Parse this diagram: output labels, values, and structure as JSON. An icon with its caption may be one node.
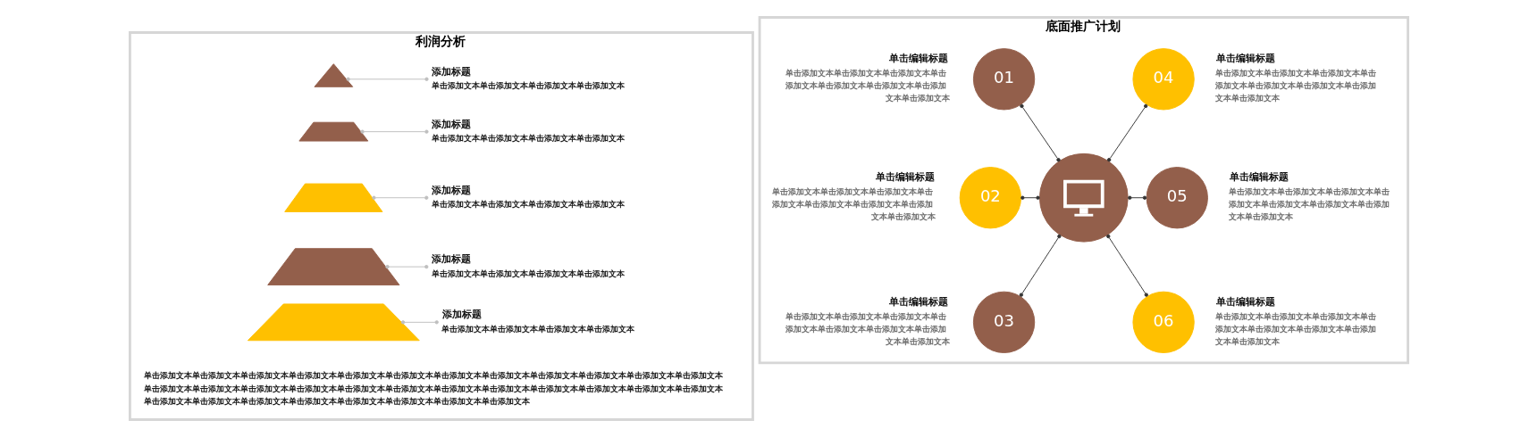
{
  "diagram": {
    "nodes": [
      {
        "text": [
          "利润分析"
        ]
      },
      {
        "text": [],
        "shape": "triangle",
        "in": 0
      },
      {
        "text": [],
        "shape": "trapezoid",
        "in": 0
      },
      {
        "text": [],
        "shape": "trapezoid",
        "in": 0
      },
      {
        "text": [],
        "shape": "trapezoid",
        "in": 0
      },
      {
        "text": [],
        "shape": "trapezoid",
        "in": 0
      },
      {
        "text": [
          "添加标题",
          "单击添加文本单击添加文本单击添加文本单击添加文本"
        ],
        "in": 0
      },
      {
        "text": [
          "添加标题",
          "单击添加文本单击添加文本单击添加文本单击添加文本"
        ],
        "in": 0
      },
      {
        "text": [
          "添加标题",
          "单击添加文本单击添加文本单击添加文本单击添加文本"
        ],
        "in": 0
      },
      {
        "text": [
          "添加标题",
          "单击添加文本单击添加文本单击添加文本单击添加文本"
        ],
        "in": 0
      },
      {
        "text": [
          "添加标题",
          "单击添加文本单击添加文本单击添加文本单击添加文本"
        ],
        "in": 0
      },
      {
        "text": [
          "底面推广计划"
        ]
      },
      {
        "text": [
          "01"
        ],
        "in": 11,
        "beside": [
          "单击编辑标题",
          "单击添加文本单击添加文本单击添加文本单击添加文本单击添加文本单击添加文本单击添加文本单击添加文本"
        ]
      },
      {
        "text": [
          "02"
        ],
        "in": 11,
        "beside": [
          "单击编辑标题",
          "单击添加文本单击添加文本单击添加文本单击添加文本单击添加文本单击添加文本单击添加文本单击添加文本"
        ]
      },
      {
        "text": [
          "03"
        ],
        "in": 11,
        "beside": [
          "单击编辑标题",
          "单击添加文本单击添加文本单击添加文本单击添加文本单击添加文本单击添加文本单击添加文本单击添加文本"
        ]
      },
      {
        "text": [],
        "shape": "circle",
        "in": 11
      },
      {
        "text": [
          "04"
        ],
        "in": 11,
        "beside": [
          "单击编辑标题",
          "单击添加文本单击添加文本单击添加文本单击添加文本单击添加文本单击添加文本单击添加文本单击添加文本"
        ]
      },
      {
        "text": [
          "05"
        ],
        "in": 11,
        "beside": [
          "单击编辑标题",
          "单击添加文本单击添加文本单击添加文本单击添加文本单击添加文本单击添加文本单击添加文本单击添加文本"
        ]
      },
      {
        "text": [
          "06"
        ],
        "in": 11,
        "beside": [
          "单击编辑标题",
          "单击添加文本单击添加文本单击添加文本单击添加文本单击添加文本单击添加文本单击添加文本单击添加文本"
        ]
      }
    ],
    "edges": [
      {
        "from": 1,
        "to": 6,
        "arrow": "other",
        "color": "#bfbfbf"
      },
      {
        "from": 2,
        "to": 7,
        "arrow": "other",
        "color": "#bfbfbf"
      },
      {
        "from": 3,
        "to": 8,
        "arrow": "other",
        "color": "#bfbfbf"
      },
      {
        "from": 4,
        "to": 9,
        "arrow": "other",
        "color": "#bfbfbf"
      },
      {
        "from": 5,
        "to": 10,
        "arrow": "other",
        "color": "#bfbfbf"
      },
      {
        "from": 12,
        "to": 15,
        "arrow": "other"
      },
      {
        "from": 13,
        "to": 15,
        "arrow": "other"
      },
      {
        "from": 15,
        "to": 14,
        "arrow": "other"
      },
      {
        "from": 16,
        "to": 15,
        "arrow": "other"
      },
      {
        "from": 15,
        "to": 17,
        "arrow": "other"
      },
      {
        "from": 15,
        "to": 18,
        "arrow": "other"
      }
    ],
    "labels": [
      "单击添加文本单击添加文本单击添加文本单击添加文本单击添加文本单击添加文本单击添加文本单击添加文本单击添加文本单击添加文本单击添加文本单击添加文本单击添加文本单击添加文本单击添加文本单击添加文本单击添加文本单击添加文本单击添加文本单击添加文本单击添加文本单击添加文本单击添加文本单击添加文本单击添加文本单击添加文本单击添加文本单击添加文本单击添加文本单击添加文本单击添加文本单击添加文本"
    ]
  }
}
